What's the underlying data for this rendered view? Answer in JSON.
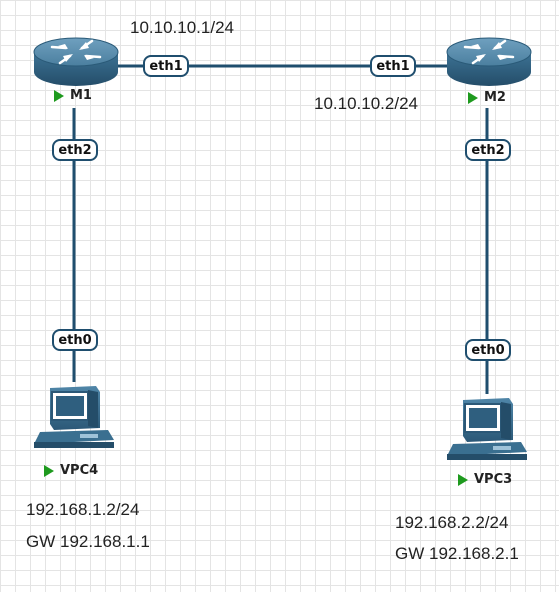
{
  "links": {
    "m1_m2": {
      "net_m1": "10.10.10.1/24",
      "net_m2": "10.10.10.2/24"
    }
  },
  "nodes": {
    "m1": {
      "name": "M1",
      "type": "router",
      "icon": "router-icon"
    },
    "m2": {
      "name": "M2",
      "type": "router",
      "icon": "router-icon"
    },
    "vpc4": {
      "name": "VPC4",
      "type": "vpc",
      "icon": "computer-icon",
      "ip": "192.168.1.2/24",
      "gw": "GW 192.168.1.1"
    },
    "vpc3": {
      "name": "VPC3",
      "type": "vpc",
      "icon": "computer-icon",
      "ip": "192.168.2.2/24",
      "gw": "GW 192.168.2.1"
    }
  },
  "ports": {
    "m1_eth1": "eth1",
    "m2_eth1": "eth1",
    "m1_eth2": "eth2",
    "m2_eth2": "eth2",
    "vpc4_eth0": "eth0",
    "vpc3_eth0": "eth0"
  },
  "colors": {
    "link": "#1f4e6e",
    "router_top": "#4a7d9c",
    "router_body": "#2f5f7f",
    "status_running": "#1e9a1e"
  }
}
